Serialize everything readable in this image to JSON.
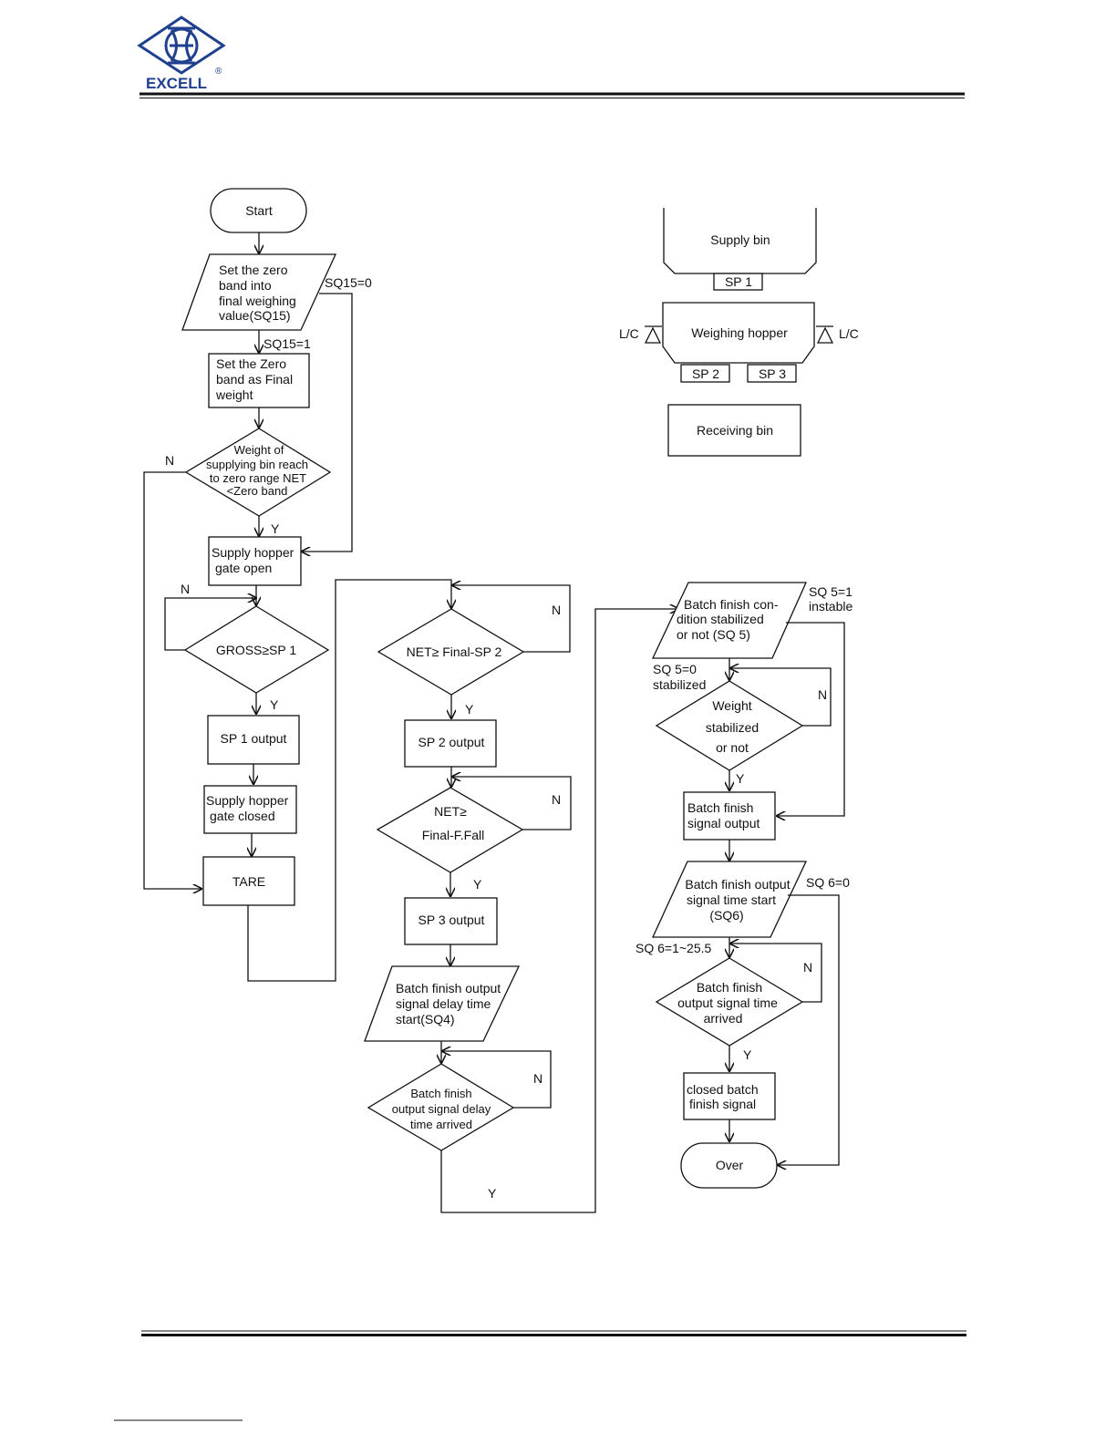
{
  "header": {
    "brand": "EXCELL",
    "registered": "®"
  },
  "colors": {
    "brand": "#1f3f8f",
    "ink": "#111111"
  },
  "flow": {
    "start": "Start",
    "set_zero_band": [
      "Set the zero",
      "band into",
      "final weighing",
      "value(SQ15)"
    ],
    "sq15_0": "SQ15=0",
    "sq15_1": "SQ15=1",
    "zero_band_final": [
      "Set the Zero",
      "band as Final",
      "weight"
    ],
    "zero_range": [
      "Weight of",
      "supplying bin reach",
      "to zero range NET",
      "<Zero band"
    ],
    "gate_open": [
      "Supply hopper",
      "gate open"
    ],
    "gross_sp1": "GROSS≥SP 1",
    "sp1_output": "SP 1 output",
    "gate_closed": [
      "Supply hopper",
      "gate closed"
    ],
    "tare": "TARE",
    "net_sp2": "NET≥ Final-SP 2",
    "sp2_output": "SP 2 output",
    "net_ffall": [
      "NET≥",
      "Final-F.Fall"
    ],
    "sp3_output": "SP 3 output",
    "delay_start": [
      "Batch finish output",
      "signal delay time",
      "start(SQ4)"
    ],
    "delay_arrived": [
      "Batch finish",
      "output signal delay",
      "time arrived"
    ],
    "sq5_cond": [
      "Batch finish con-",
      "dition stabilized",
      "or not (SQ 5)"
    ],
    "sq5_1": [
      "SQ 5=1",
      "instable"
    ],
    "sq5_0": [
      "SQ 5=0",
      "stabilized"
    ],
    "weight_stab": [
      "Weight",
      "stabilized",
      "or not"
    ],
    "finish_output": [
      "Batch finish",
      "signal output"
    ],
    "time_start": [
      "Batch finish output",
      "signal time start",
      "(SQ6)"
    ],
    "sq6_0": "SQ 6=0",
    "sq6_range": "SQ 6=1~25.5",
    "time_arrived": [
      "Batch finish",
      "output signal time",
      "arrived"
    ],
    "closed_signal": [
      "closed batch",
      "finish signal"
    ],
    "over": "Over",
    "yes": "Y",
    "no": "N"
  },
  "hopper": {
    "supply_bin": "Supply bin",
    "sp1": "SP 1",
    "weighing_hopper": "Weighing hopper",
    "lc": "L/C",
    "sp2": "SP 2",
    "sp3": "SP 3",
    "receiving_bin": "Receiving bin"
  }
}
